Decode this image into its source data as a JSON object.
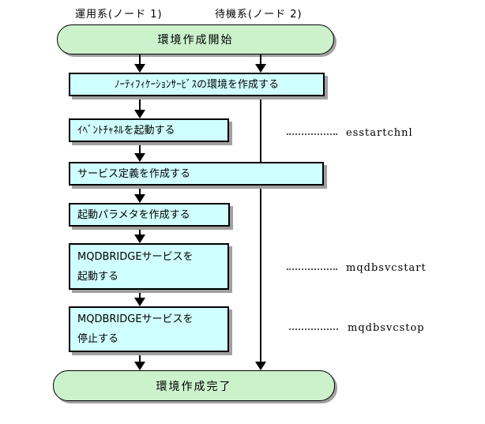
{
  "header": {
    "node1_label": "運用系(ノード 1)",
    "node2_label": "待機系(ノード 2)"
  },
  "flow": {
    "start_label": "環境作成開始",
    "end_label": "環境作成完了",
    "steps": [
      {
        "lines": [
          "ﾉｰﾃｨﾌｨｹｰｼｮﾝｻｰﾋﾞｽの環境を作成する"
        ]
      },
      {
        "lines": [
          "ｲﾍﾞﾝﾄﾁｬﾈﾙを起動する"
        ],
        "command": "esstartchnl"
      },
      {
        "lines": [
          "サービス定義を作成する"
        ]
      },
      {
        "lines": [
          "起動パラメタを作成する"
        ]
      },
      {
        "lines": [
          "MQDBRIDGEサービスを",
          "起動する"
        ],
        "command": "mqdbsvcstart"
      },
      {
        "lines": [
          "MQDBRIDGEサービスを",
          "停止する"
        ],
        "command": "mqdbsvcstop"
      }
    ]
  },
  "colors": {
    "background": "#ffffff",
    "terminal_fill": "#ccf2cc",
    "process_fill": "#d0ffff",
    "border": "#000000",
    "shadow": "#a0a0a0"
  }
}
